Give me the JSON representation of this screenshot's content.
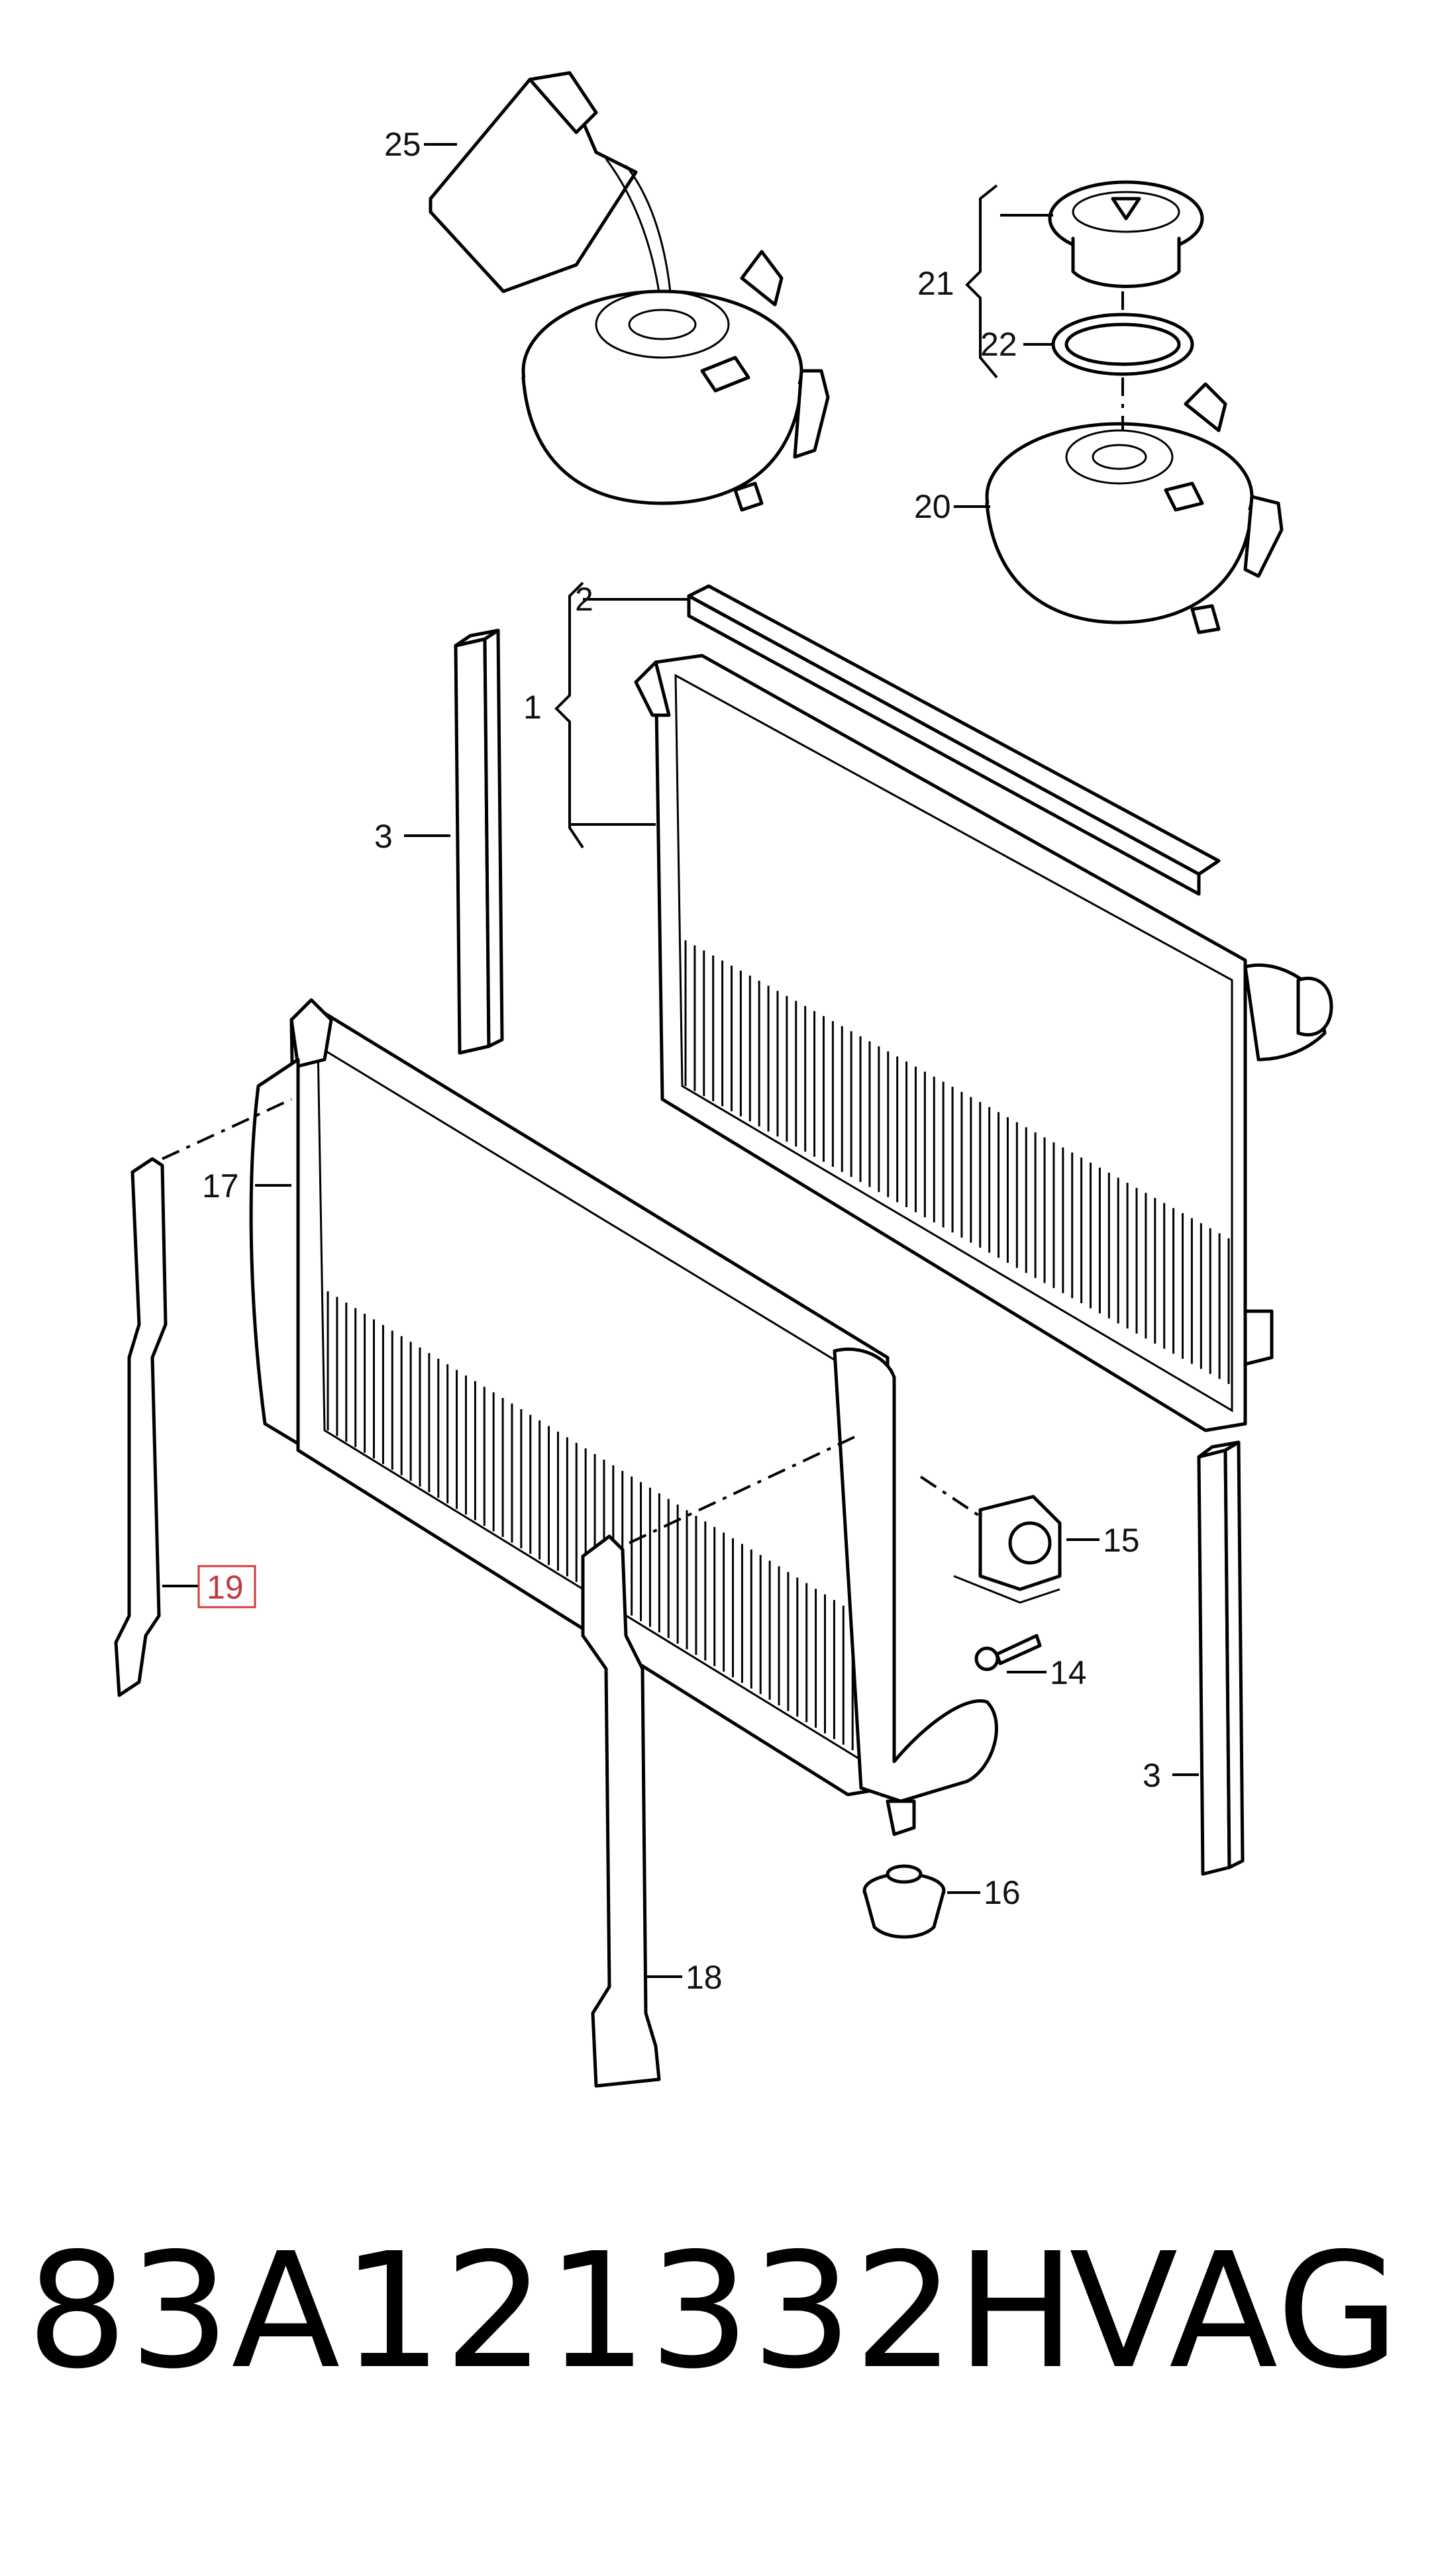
{
  "callouts": {
    "c1": "1",
    "c2": "2",
    "c3a": "3",
    "c3b": "3",
    "c14": "14",
    "c15": "15",
    "c16": "16",
    "c17": "17",
    "c18": "18",
    "c19": "19",
    "c20": "20",
    "c21": "21",
    "c22": "22",
    "c25": "25"
  },
  "highlighted_callout": "19",
  "highlight_color": "#d23c3c",
  "footer": {
    "part_number": "83A121332H",
    "brand": "VAG"
  }
}
